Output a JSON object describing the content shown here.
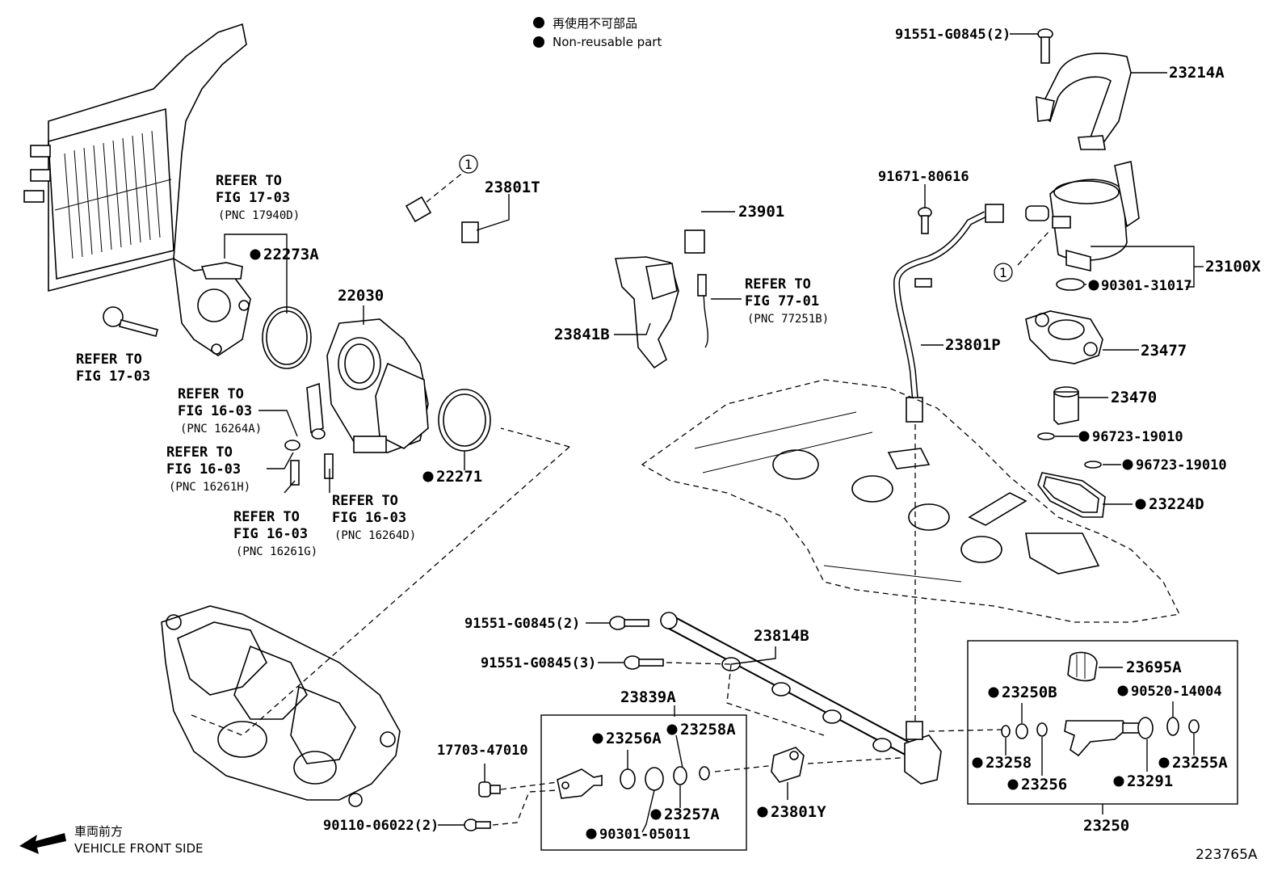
{
  "legend": {
    "jp": "再使用不可部品",
    "en": "Non-reusable part"
  },
  "front": {
    "jp": "車両前方",
    "en": "VEHICLE FRONT SIDE"
  },
  "illustration_id": "223765A",
  "circle_ref": "1",
  "parts": {
    "p91551_top": "91551-G0845(2)",
    "p23214A": "23214A",
    "p91671": "91671-80616",
    "p23100X": "23100X",
    "p90301_31017": "90301-31017",
    "p23477": "23477",
    "p23470": "23470",
    "p96723_a": "96723-19010",
    "p96723_b": "96723-19010",
    "p23224D": "23224D",
    "p23801T": "23801T",
    "p23901": "23901",
    "p23841B": "23841B",
    "p23801P": "23801P",
    "p22273A": "22273A",
    "p22030": "22030",
    "p22271": "22271",
    "p91551_mid2": "91551-G0845(2)",
    "p91551_mid3": "91551-G0845(3)",
    "p23814B": "23814B",
    "p23839A": "23839A",
    "p23256A": "23256A",
    "p23258A": "23258A",
    "p17703": "17703-47010",
    "p23257A": "23257A",
    "p90301_05011": "90301-05011",
    "p90110": "90110-06022(2)",
    "p23801Y": "23801Y",
    "p23695A": "23695A",
    "p23250B": "23250B",
    "p90520": "90520-14004",
    "p23258": "23258",
    "p23256": "23256",
    "p23291": "23291",
    "p23255A": "23255A",
    "p23250": "23250"
  },
  "refs": {
    "r1": {
      "a": "REFER TO",
      "b": "FIG 17-03",
      "c": "(PNC 17940D)"
    },
    "r2": {
      "a": "REFER TO",
      "b": "FIG 17-03"
    },
    "r3": {
      "a": "REFER TO",
      "b": "FIG 77-01",
      "c": "(PNC 77251B)"
    },
    "r4": {
      "a": "REFER TO",
      "b": "FIG 16-03",
      "c": "(PNC 16264A)"
    },
    "r5": {
      "a": "REFER TO",
      "b": "FIG 16-03",
      "c": "(PNC 16261H)"
    },
    "r6": {
      "a": "REFER TO",
      "b": "FIG 16-03",
      "c": "(PNC 16261G)"
    },
    "r7": {
      "a": "REFER TO",
      "b": "FIG 16-03",
      "c": "(PNC 16264D)"
    }
  }
}
